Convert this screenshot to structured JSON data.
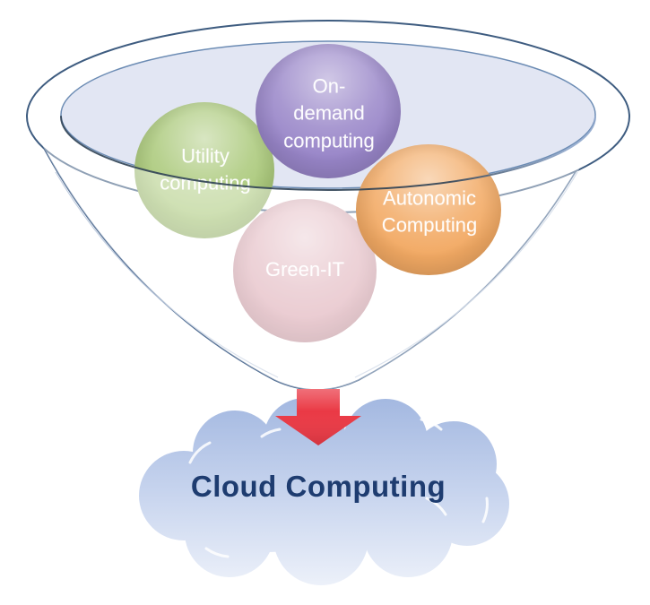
{
  "diagram": {
    "type": "funnel-to-cloud",
    "funnel_items": [
      {
        "id": "utility-computing",
        "label": "Utility\ncomputing",
        "color": "#a9c878"
      },
      {
        "id": "on-demand-computing",
        "label": "On-\ndemand\ncomputing",
        "color": "#9885c8"
      },
      {
        "id": "autonomic-computing",
        "label": "Autonomic\nComputing",
        "color": "#f2a963"
      },
      {
        "id": "green-it",
        "label": "Green-IT",
        "color": "#dba6b0"
      }
    ],
    "bubble_text_color": "#ffffff",
    "funnel_surface_color": "#e2e6f3",
    "funnel_outline_color": "#3e5c80",
    "arrow": {
      "direction": "down",
      "color": "#ea3945"
    },
    "result": {
      "label": "Cloud Computing",
      "text_color": "#1e3c70",
      "cloud_color": "#b9c9ea"
    }
  }
}
